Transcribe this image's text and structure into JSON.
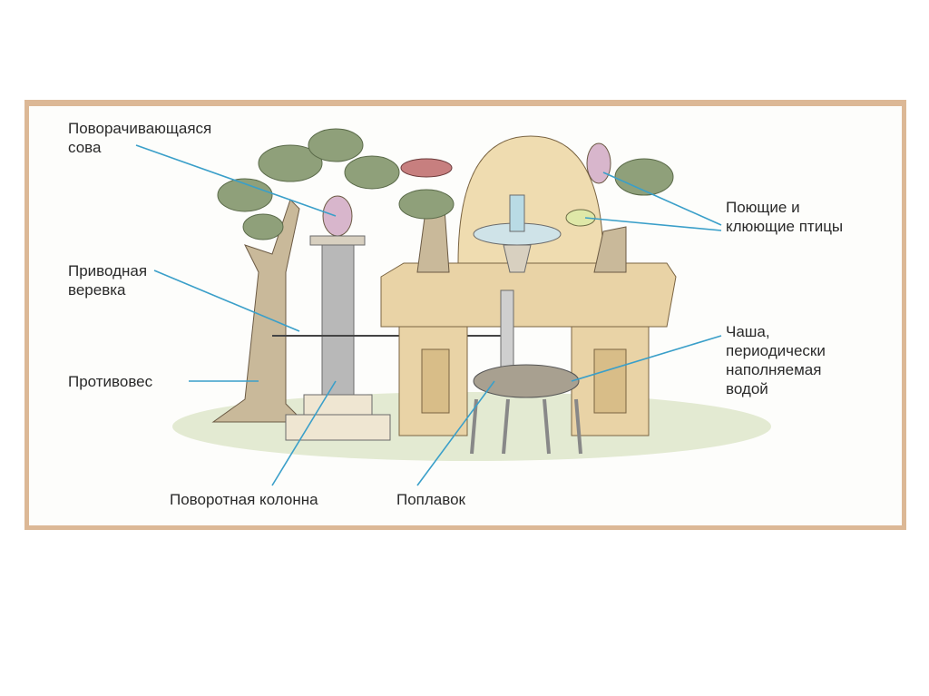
{
  "diagram": {
    "labels": {
      "owl": [
        "Поворачивающаяся",
        "сова"
      ],
      "rope": [
        "Приводная",
        "веревка"
      ],
      "counterweight": "Противовес",
      "column": "Поворотная колонна",
      "float": "Поплавок",
      "birds": [
        "Поющие и",
        "клюющие птицы"
      ],
      "bowl": [
        "Чаша,",
        "периодически",
        "наполняемая",
        "водой"
      ]
    },
    "colors": {
      "frame": "#dcb896",
      "leader": "#3a9fc9",
      "wood": "#e9d3a6",
      "tree": "#8a7a62"
    }
  }
}
